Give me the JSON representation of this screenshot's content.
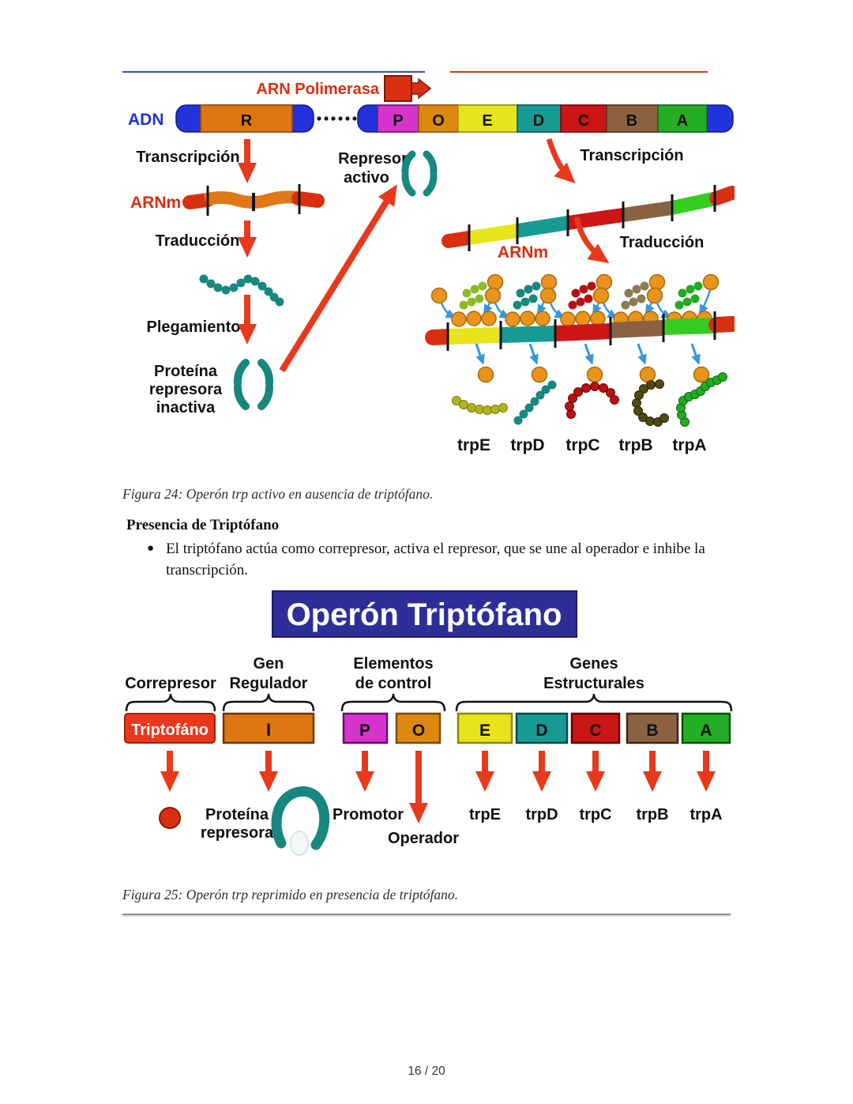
{
  "colors": {
    "arrow_red": "#e8391d",
    "label_red": "#d92f11",
    "dna_blue": "#2233dd",
    "adn_text_blue": "#2233cc",
    "banner_blue": "#2e2e99",
    "repressor_teal": "#17877f",
    "r_orange": "#de7612",
    "p_magenta": "#d633cc",
    "o_amber": "#dd8811",
    "e_yellow": "#e8e41c",
    "d_teal": "#189a94",
    "c_red": "#cc1515",
    "b_brown": "#8a6242",
    "a_green": "#25ad25",
    "ribbon_green": "#35cc22",
    "ribosome_orange": "#e8941d"
  },
  "figure24": {
    "caption": "Figura 24: Operón trp activo en ausencia de triptófano.",
    "arn_polimerasa": "ARN Polimerasa",
    "adn": "ADN",
    "dna": {
      "regulator": "R",
      "segments": [
        "P",
        "O",
        "E",
        "D",
        "C",
        "B",
        "A"
      ]
    },
    "left": {
      "transcripcion": "Transcripción",
      "arnm": "ARNm",
      "traduccion": "Traducción",
      "plegamiento": "Plegamiento",
      "proteina_line1": "Proteína",
      "proteina_line2": "represora",
      "proteina_line3": "inactiva"
    },
    "center": {
      "represor_line1": "Represor",
      "represor_line2": "activo"
    },
    "right": {
      "transcripcion": "Transcripción",
      "arnm": "ARNm",
      "traduccion": "Traducción"
    },
    "products": [
      "trpE",
      "trpD",
      "trpC",
      "trpB",
      "trpA"
    ]
  },
  "body_text": {
    "heading": "Presencia de Triptófano",
    "bullet_marker": "●",
    "bullet": "El triptófano actúa como correpresor, activa el represor, que se une al operador e inhibe la transcripción."
  },
  "figure25": {
    "caption": "Figura 25: Operón trp reprimido en presencia de triptófano.",
    "title": "Operón Triptófano",
    "group_labels": {
      "correpresor": "Correpresor",
      "gen_line1": "Gen",
      "gen_line2": "Regulador",
      "control_line1": "Elementos",
      "control_line2": "de control",
      "estructurales_line1": "Genes",
      "estructurales_line2": "Estructurales"
    },
    "blocks": {
      "correpresor": "Triptofáno",
      "regulador": "I",
      "control": [
        "P",
        "O"
      ],
      "estructurales": [
        "E",
        "D",
        "C",
        "B",
        "A"
      ]
    },
    "outputs": {
      "proteina_line1": "Proteína",
      "proteina_line2": "represora",
      "promotor": "Promotor",
      "operador": "Operador",
      "trp": [
        "trpE",
        "trpD",
        "trpC",
        "trpB",
        "trpA"
      ]
    }
  },
  "footer": {
    "page_indicator": "16 / 20"
  }
}
